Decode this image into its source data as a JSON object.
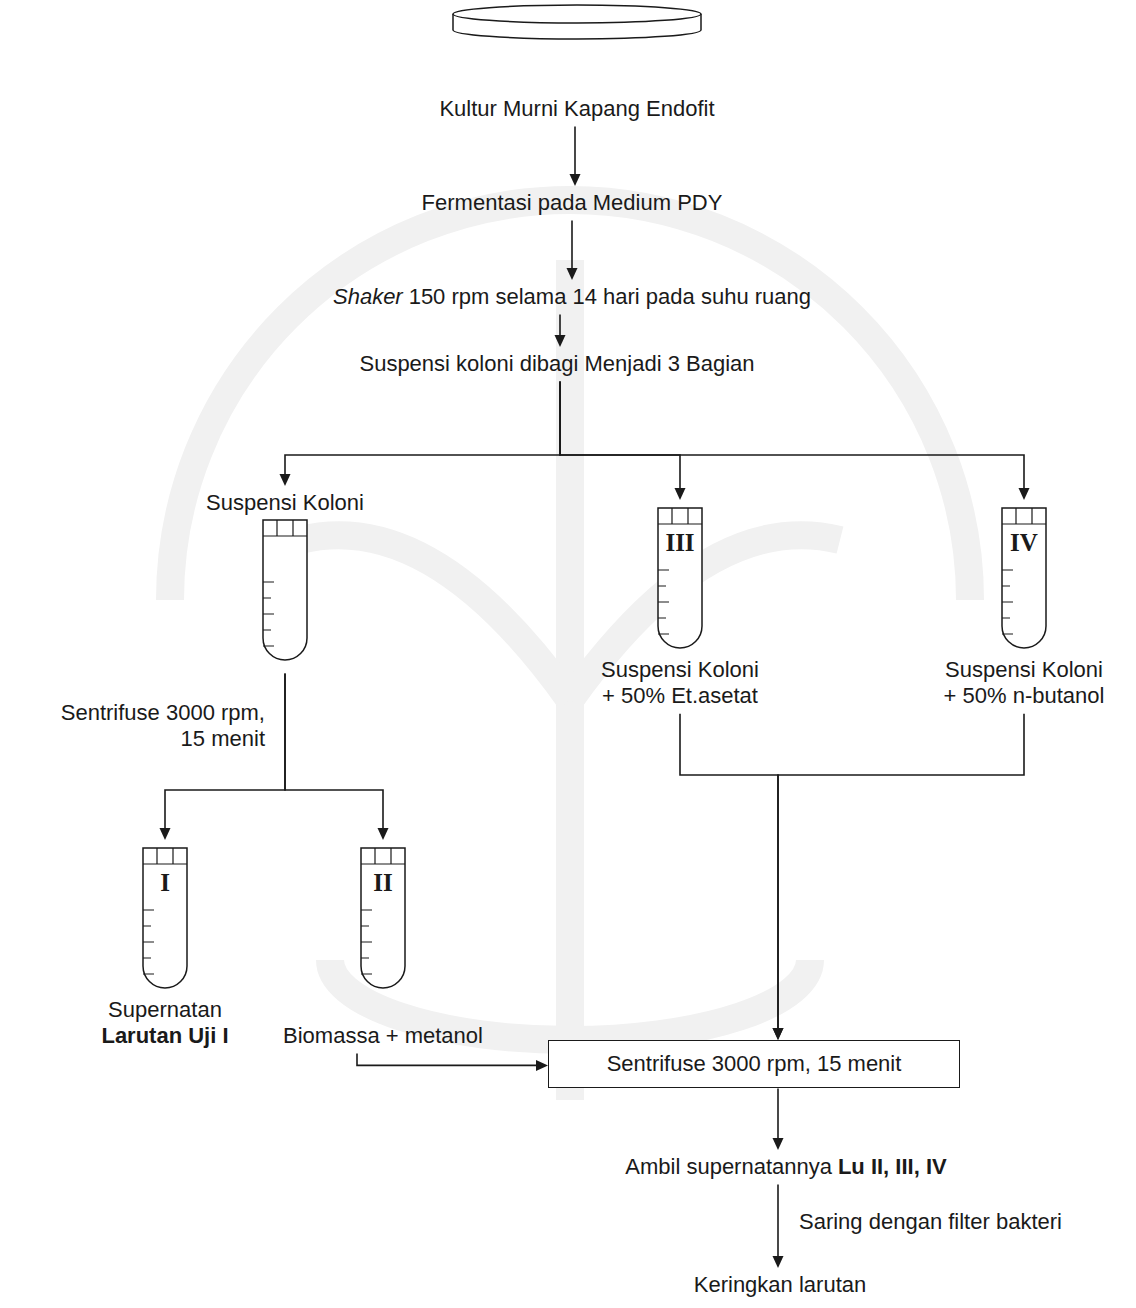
{
  "diagram": {
    "nodes": [
      {
        "text": [
          "Kultur Murni Kapang Endofit"
        ]
      },
      {
        "text": [
          "Fermentasi pada Medium PDY"
        ]
      },
      {
        "text": [
          "Shaker",
          "150 rpm selama 14 hari pada suhu ruang"
        ]
      },
      {
        "text": [
          "Suspensi koloni dibagi Menjadi 3 Bagian"
        ]
      },
      {
        "text": [
          "Suspensi Koloni"
        ]
      },
      {
        "text": [
          "III",
          "Suspensi Koloni + 50% Et.asetat"
        ]
      },
      {
        "text": [
          "IV",
          "Suspensi Koloni + 50% n-butanol"
        ]
      },
      {
        "text": [
          "I",
          "Supernatan",
          "Larutan Uji I"
        ]
      },
      {
        "text": [
          "II",
          "Biomassa + metanol"
        ]
      },
      {
        "text": [
          "Sentrifuse 3000 rpm, 15 menit"
        ]
      },
      {
        "text": [
          "Ambil supernatannya",
          "Lu II, III, IV"
        ]
      },
      {
        "text": [
          "Keringkan larutan"
        ]
      }
    ],
    "edges": [
      {
        "from": 0,
        "to": 1,
        "arrow": "to"
      },
      {
        "from": 1,
        "to": 2,
        "arrow": "to"
      },
      {
        "from": 2,
        "to": 3,
        "arrow": "to"
      },
      {
        "from": 3,
        "to": 4,
        "arrow": "to"
      },
      {
        "from": 3,
        "to": 5,
        "arrow": "to"
      },
      {
        "from": 3,
        "to": 6,
        "arrow": "to"
      },
      {
        "from": 4,
        "to": 7,
        "arrow": "to"
      },
      {
        "from": 4,
        "to": 8,
        "arrow": "to"
      },
      {
        "from": 8,
        "to": 9,
        "arrow": "to"
      },
      {
        "from": 5,
        "to": 9,
        "arrow": "to"
      },
      {
        "from": 6,
        "to": 9,
        "arrow": "to"
      },
      {
        "from": 9,
        "to": 10,
        "arrow": "to"
      },
      {
        "from": 10,
        "to": 11,
        "label": "Saring dengan filter bakteri",
        "arrow": "to"
      }
    ],
    "labels": [
      "Sentrifuse 3000 rpm, 15 menit"
    ]
  }
}
